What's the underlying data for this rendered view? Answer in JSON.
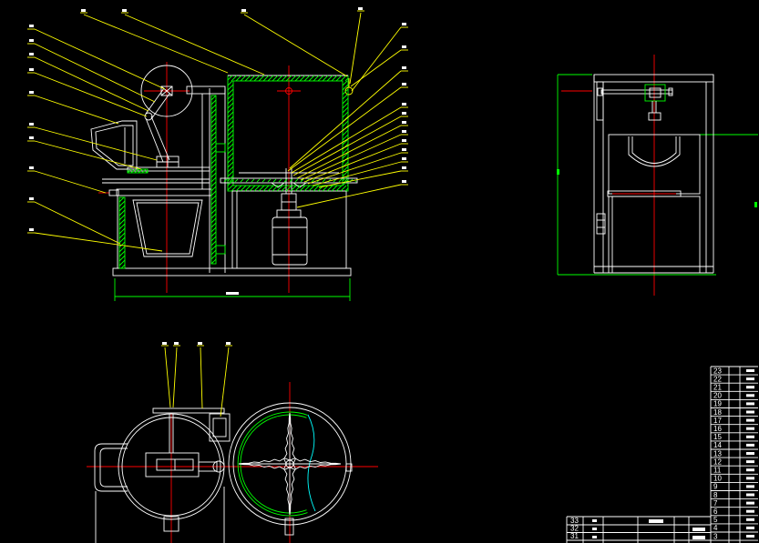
{
  "colors": {
    "background": "#000000",
    "outline": "#ffffff",
    "hatch": "#00ff00",
    "leader": "#ffff00",
    "centerline": "#ff0000",
    "accent": "#00ffff"
  },
  "parts_list": {
    "numbers": [
      "23",
      "22",
      "21",
      "20",
      "19",
      "18",
      "17",
      "16",
      "15",
      "14",
      "13",
      "12",
      "11",
      "10",
      "9",
      "8",
      "7",
      "6",
      "5",
      "4",
      "3"
    ]
  },
  "title_block": {
    "numbers": [
      "33",
      "32",
      "31"
    ]
  }
}
